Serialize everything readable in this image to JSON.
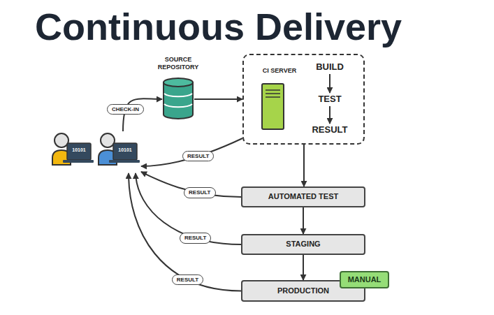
{
  "diagram": {
    "title": "Continuous Delivery",
    "nodes": [
      {
        "text": [
          "10101"
        ]
      },
      {
        "text": [
          "10101"
        ]
      },
      {
        "text": [
          "SOURCE REPOSITORY"
        ]
      },
      {
        "text": [
          "CI SERVER",
          "BUILD",
          "TEST",
          "RESULT"
        ]
      },
      {
        "text": [
          "AUTOMATED TEST"
        ]
      },
      {
        "text": [
          "STAGING"
        ]
      },
      {
        "text": [
          "PRODUCTION"
        ]
      },
      {
        "text": [
          "MANUAL"
        ]
      }
    ],
    "edges": [
      {
        "from": 1,
        "to": 2,
        "arrow": "to",
        "label": "CHECK-IN"
      },
      {
        "from": 2,
        "to": 3,
        "arrow": "to"
      },
      {
        "from": 3,
        "to": 1,
        "arrow": "to",
        "label": "RESULT"
      },
      {
        "from": 3,
        "to": 4,
        "arrow": "to"
      },
      {
        "from": 4,
        "to": 1,
        "arrow": "to",
        "label": "RESULT"
      },
      {
        "from": 4,
        "to": 5,
        "arrow": "to"
      },
      {
        "from": 5,
        "to": 1,
        "arrow": "to",
        "label": "RESULT"
      },
      {
        "from": 5,
        "to": 6,
        "arrow": "to"
      },
      {
        "from": 6,
        "to": 1,
        "arrow": "to",
        "label": "RESULT"
      }
    ]
  }
}
